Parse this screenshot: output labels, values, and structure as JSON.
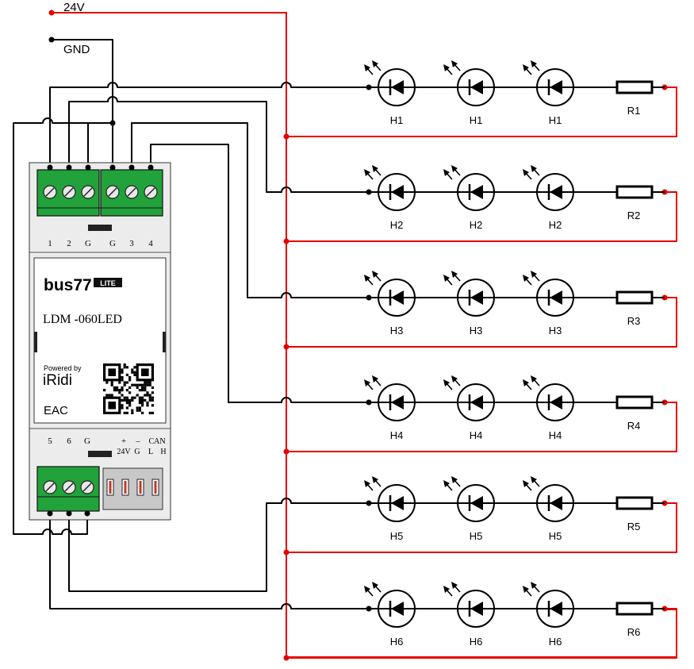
{
  "supply": {
    "v24_label": "24V",
    "gnd_label": "GND"
  },
  "module": {
    "brand": "bus77",
    "brand_badge": "LITE",
    "model": "LDM -060LED",
    "powered_by": "Powered by",
    "powered_brand": "iRidi",
    "cert_mark": "EAC",
    "top_terminals": [
      "1",
      "2",
      "G",
      "G",
      "3",
      "4"
    ],
    "bottom_terminals": [
      "5",
      "6",
      "G"
    ],
    "bus_plus": "+",
    "bus_minus": "–",
    "bus_24v": "24V",
    "bus_g": "G",
    "can_label": "CAN",
    "can_l": "L",
    "can_h": "H"
  },
  "channels": [
    {
      "led_label": "H1",
      "resistor_label": "R1"
    },
    {
      "led_label": "H2",
      "resistor_label": "R2"
    },
    {
      "led_label": "H3",
      "resistor_label": "R3"
    },
    {
      "led_label": "H4",
      "resistor_label": "R4"
    },
    {
      "led_label": "H5",
      "resistor_label": "R5"
    },
    {
      "led_label": "H6",
      "resistor_label": "R6"
    }
  ],
  "colors": {
    "wire_black": "#000000",
    "wire_red": "#e60000",
    "terminal_green": "#22a23a",
    "module_body": "#ececec",
    "can_block": "#c8c8c8"
  }
}
